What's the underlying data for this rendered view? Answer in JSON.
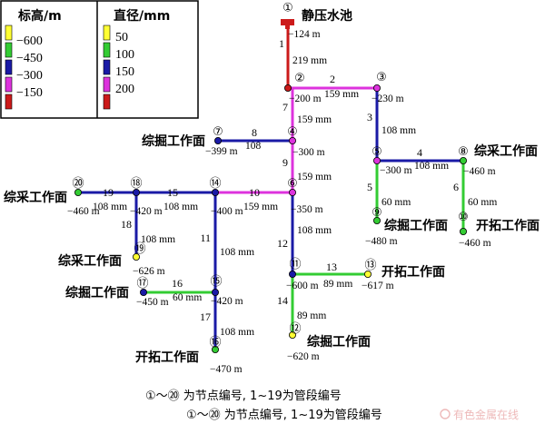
{
  "legend": {
    "elevation_title": "标高/m",
    "elevation_items": [
      {
        "label": "−600",
        "color": "#ffff33"
      },
      {
        "label": "−450",
        "color": "#33cc33"
      },
      {
        "label": "−300",
        "color": "#1a1aa6"
      },
      {
        "label": "−150",
        "color": "#dd33dd"
      },
      {
        "label": "",
        "color": "#cc1a1a"
      }
    ],
    "diameter_title": "直径/mm",
    "diameter_items": [
      {
        "label": "50",
        "color": "#ffff33"
      },
      {
        "label": "100",
        "color": "#33cc33"
      },
      {
        "label": "150",
        "color": "#1a1aa6"
      },
      {
        "label": "200",
        "color": "#dd33dd"
      },
      {
        "label": "",
        "color": "#cc1a1a"
      }
    ]
  },
  "nodes": [
    {
      "id": "1",
      "num": "①",
      "elev": "−124 m",
      "name": "静压水池",
      "color": "#cc1a1a"
    },
    {
      "id": "2",
      "num": "②",
      "elev": "−200 m",
      "name": "",
      "color": "#cc1a1a"
    },
    {
      "id": "3",
      "num": "③",
      "elev": "−230 m",
      "name": "",
      "color": "#dd33dd"
    },
    {
      "id": "4",
      "num": "④",
      "elev": "−300 m",
      "name": "",
      "color": "#dd33dd"
    },
    {
      "id": "5",
      "num": "⑤",
      "elev": "−300 m",
      "name": "",
      "color": "#dd33dd"
    },
    {
      "id": "6",
      "num": "⑥",
      "elev": "−350 m",
      "name": "",
      "color": "#dd33dd"
    },
    {
      "id": "7",
      "num": "⑦",
      "elev": "−399 m",
      "name": "综掘工作面",
      "color": "#1a1aa6"
    },
    {
      "id": "8",
      "num": "⑧",
      "elev": "−460 m",
      "name": "综采工作面",
      "color": "#33cc33"
    },
    {
      "id": "9",
      "num": "⑨",
      "elev": "−480 m",
      "name": "综掘工作面",
      "color": "#33cc33"
    },
    {
      "id": "10",
      "num": "⑩",
      "elev": "−460 m",
      "name": "开拓工作面",
      "color": "#33cc33"
    },
    {
      "id": "11",
      "num": "⑪",
      "elev": "−600 m",
      "name": "",
      "color": "#1a1aa6"
    },
    {
      "id": "12",
      "num": "⑫",
      "elev": "−620 m",
      "name": "综掘工作面",
      "color": "#ffff33"
    },
    {
      "id": "13",
      "num": "⑬",
      "elev": "−617 m",
      "name": "开拓工作面",
      "color": "#ffff33"
    },
    {
      "id": "14",
      "num": "⑭",
      "elev": "−400 m",
      "name": "",
      "color": "#1a1aa6"
    },
    {
      "id": "15",
      "num": "⑮",
      "elev": "−420 m",
      "name": "",
      "color": "#1a1aa6"
    },
    {
      "id": "16",
      "num": "⑯",
      "elev": "−470 m",
      "name": "开拓工作面",
      "color": "#33cc33"
    },
    {
      "id": "17",
      "num": "⑰",
      "elev": "−450 m",
      "name": "综掘工作面",
      "color": "#1a1aa6"
    },
    {
      "id": "18",
      "num": "⑱",
      "elev": "−420 m",
      "name": "",
      "color": "#1a1aa6"
    },
    {
      "id": "19",
      "num": "⑲",
      "elev": "−626 m",
      "name": "综采工作面",
      "color": "#ffff33"
    },
    {
      "id": "20",
      "num": "⑳",
      "elev": "−460 m",
      "name": "综采工作面",
      "color": "#33cc33"
    }
  ],
  "pipes": [
    {
      "id": "1",
      "from": "1",
      "to": "2",
      "diameter": "219 mm",
      "color": "#cc1a1a"
    },
    {
      "id": "2",
      "from": "2",
      "to": "3",
      "diameter": "159 mm",
      "color": "#dd33dd"
    },
    {
      "id": "3",
      "from": "3",
      "to": "5",
      "diameter": "108 mm",
      "color": "#1a1aa6"
    },
    {
      "id": "4",
      "from": "5",
      "to": "8",
      "diameter": "108 mm",
      "color": "#1a1aa6"
    },
    {
      "id": "5",
      "from": "5",
      "to": "9",
      "diameter": "60 mm",
      "color": "#33cc33"
    },
    {
      "id": "6",
      "from": "8",
      "to": "10",
      "diameter": "60 mm",
      "color": "#33cc33"
    },
    {
      "id": "7",
      "from": "2",
      "to": "4",
      "diameter": "159 mm",
      "color": "#dd33dd"
    },
    {
      "id": "8",
      "from": "4",
      "to": "7",
      "diameter": "108",
      "color": "#1a1aa6"
    },
    {
      "id": "9",
      "from": "4",
      "to": "6",
      "diameter": "159 mm",
      "color": "#dd33dd"
    },
    {
      "id": "10",
      "from": "6",
      "to": "14",
      "diameter": "159 mm",
      "color": "#dd33dd"
    },
    {
      "id": "11",
      "from": "14",
      "to": "15",
      "diameter": "108 mm",
      "color": "#1a1aa6"
    },
    {
      "id": "12",
      "from": "6",
      "to": "11",
      "diameter": "108 mm",
      "color": "#1a1aa6"
    },
    {
      "id": "13",
      "from": "11",
      "to": "13",
      "diameter": "89 mm",
      "color": "#33cc33"
    },
    {
      "id": "14",
      "from": "11",
      "to": "12",
      "diameter": "89 mm",
      "color": "#33cc33"
    },
    {
      "id": "15",
      "from": "14",
      "to": "18",
      "diameter": "108 mm",
      "color": "#1a1aa6"
    },
    {
      "id": "16",
      "from": "15",
      "to": "17",
      "diameter": "60 mm",
      "color": "#33cc33"
    },
    {
      "id": "17",
      "from": "15",
      "to": "16",
      "diameter": "108 mm",
      "color": "#1a1aa6"
    },
    {
      "id": "18",
      "from": "18",
      "to": "19",
      "diameter": "108 mm",
      "color": "#1a1aa6"
    },
    {
      "id": "19",
      "from": "18",
      "to": "20",
      "diameter": "108 mm",
      "color": "#1a1aa6"
    }
  ],
  "caption": "①～⑳ 为节点编号, 1~19为管段编号",
  "caption_repeat": "①～⑳ 为节点编号, 1~19为管段编号",
  "watermark": "有色金属在线"
}
